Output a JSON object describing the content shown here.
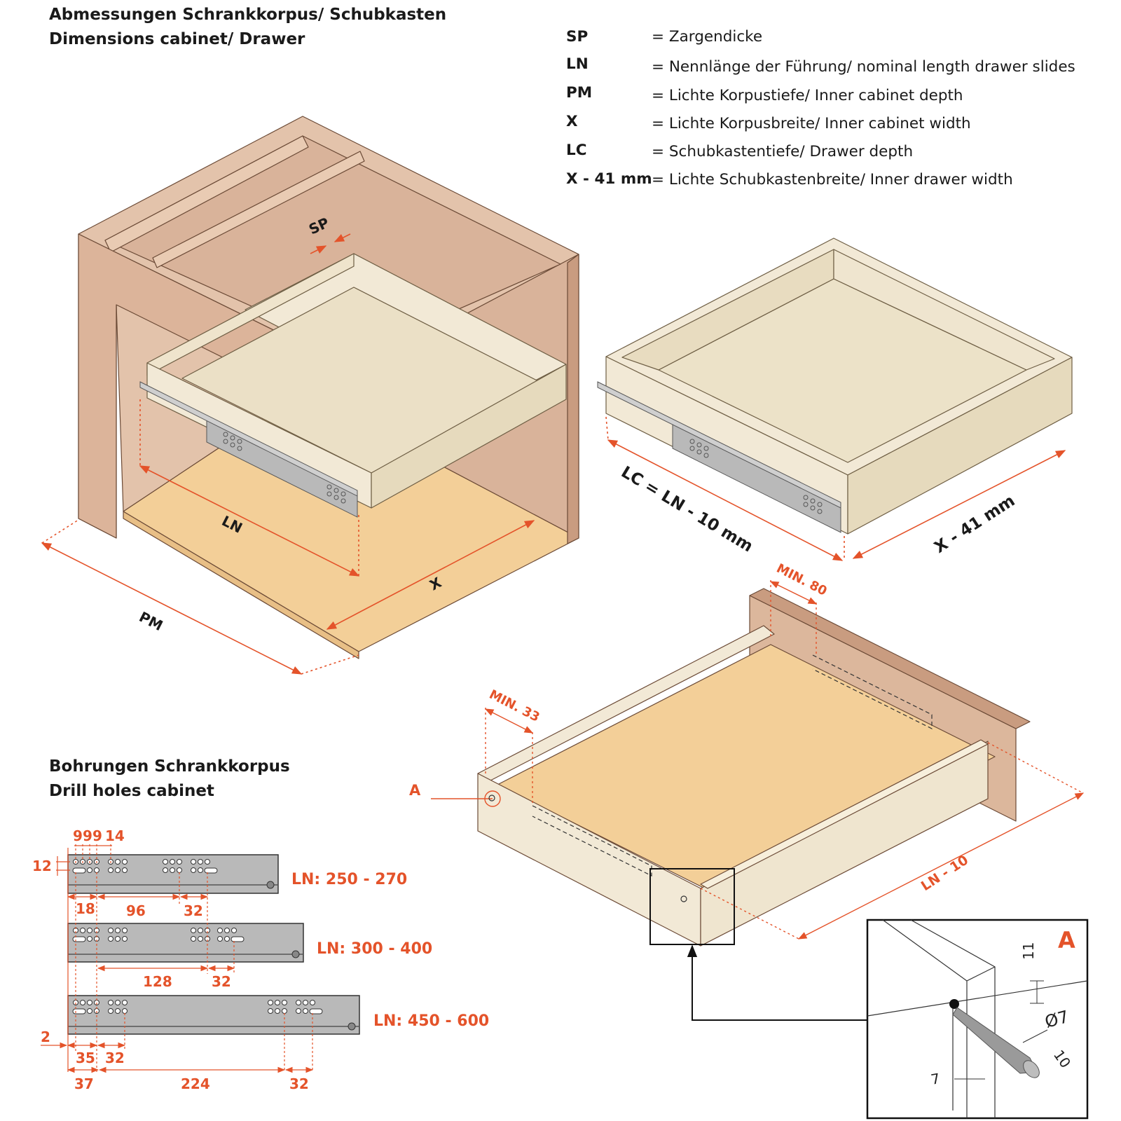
{
  "headings": {
    "dimensions_de": "Abmessungen Schrankkorpus/ Schubkasten",
    "dimensions_en": "Dimensions cabinet/ Drawer",
    "drill_de": "Bohrungen Schrankkorpus",
    "drill_en": "Drill holes cabinet"
  },
  "legend": [
    {
      "abbr": "SP",
      "def": "= Zargendicke"
    },
    {
      "abbr": "LN",
      "def": "= Nennlänge der Führung/ nominal length drawer slides"
    },
    {
      "abbr": "PM",
      "def": "= Lichte Korpustiefe/ Inner cabinet depth"
    },
    {
      "abbr": "X",
      "def": "= Lichte Korpusbreite/ Inner cabinet width"
    },
    {
      "abbr": "LC",
      "def": "= Schubkastentiefe/ Drawer depth"
    },
    {
      "abbr": "X - 41 mm",
      "def": "= Lichte Schubkastenbreite/ Inner drawer width"
    }
  ],
  "cabinet_labels": {
    "sp": "SP",
    "ln": "LN",
    "x": "X",
    "pm": "PM"
  },
  "drawer_labels": {
    "lc": "LC = LN - 10 mm",
    "width": "X - 41 mm"
  },
  "install_labels": {
    "min80": "MIN. 80",
    "min33": "MIN. 33",
    "a": "A",
    "ln10": "LN - 10"
  },
  "detail": {
    "label": "A",
    "d11": "11",
    "d7": "Ø7",
    "d10": "10",
    "d7b": "7"
  },
  "drill": {
    "top_spacing": [
      "9",
      "9",
      "9",
      "14"
    ],
    "height": "12",
    "rail1": {
      "range": "LN: 250 - 270",
      "dims": [
        "18",
        "96",
        "32"
      ]
    },
    "rail2": {
      "range": "LN: 300 - 400",
      "dims": [
        "128",
        "32"
      ]
    },
    "rail3": {
      "range": "LN: 450 - 600",
      "dims": [
        "35",
        "32",
        "37",
        "224",
        "32"
      ]
    },
    "offset": "2"
  },
  "colors": {
    "accent": "#e4532a",
    "cabinet": "#dcb79c",
    "drawer": "#f2e9d6",
    "floor": "#f3cf98",
    "rail": "#b9b9b9"
  }
}
